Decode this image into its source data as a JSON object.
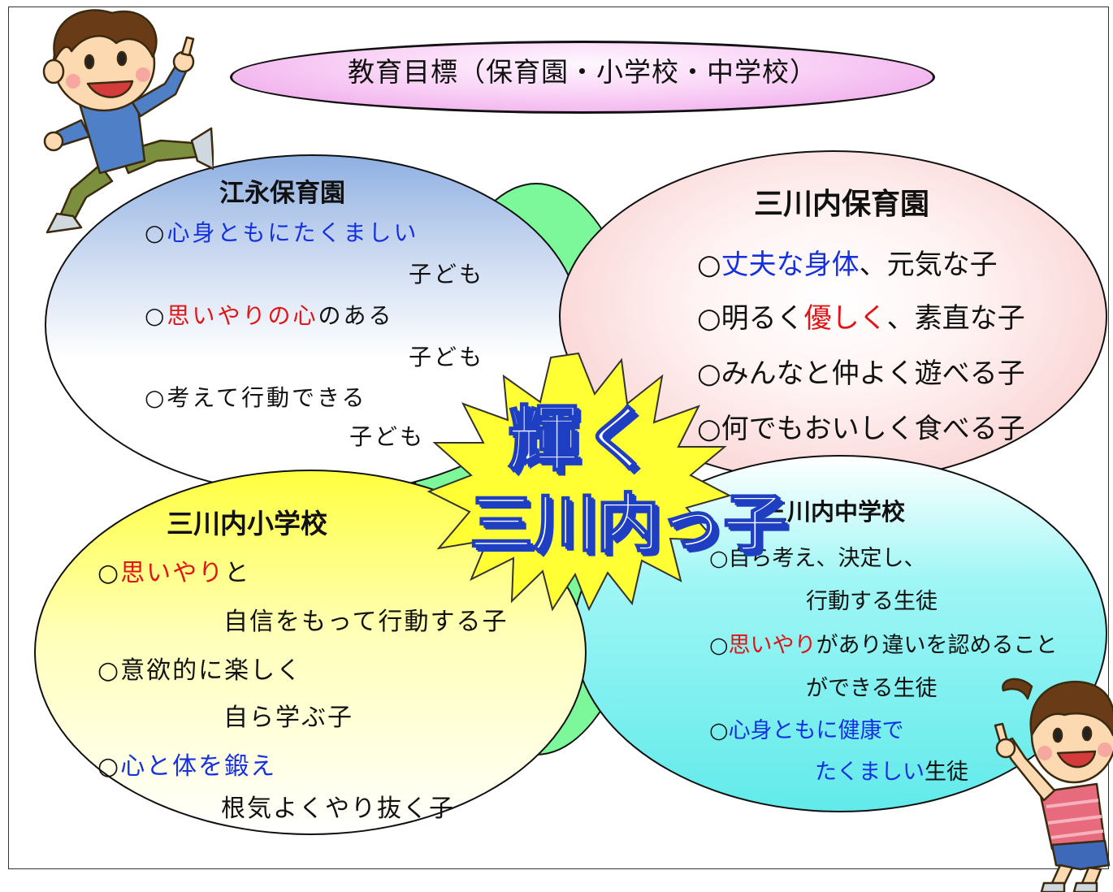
{
  "title": "教育目標（保育園・小学校・中学校）",
  "center": {
    "line1": "輝く",
    "line2": "三川内っ子"
  },
  "colors": {
    "blue_text": "#1530e0",
    "red_text": "#e01414",
    "star_fill": "#ffff33",
    "center_text": "#ffffff",
    "center_shadow": "#1e3fc2"
  },
  "ee_hoikuen": {
    "name": "江永保育園",
    "l1_prefix": "○",
    "l1_blue": "心身ともにたくましい",
    "l2": "子ども",
    "l3_prefix": "○",
    "l3_red": "思いやりの心",
    "l3_rest": "のある",
    "l4": "子ども",
    "l5": "○考えて行動できる",
    "l6": "子ども"
  },
  "mikawachi_hoikuen": {
    "name": "三川内保育園",
    "l1_prefix": "○",
    "l1_blue": "丈夫な身体",
    "l1_rest": "、元気な子",
    "l2_prefix": "○明るく",
    "l2_red": "優しく",
    "l2_rest": "、素直な子",
    "l3": "○みんなと仲よく遊べる子",
    "l4": "○何でもおいしく食べる子"
  },
  "shogakko": {
    "name": "三川内小学校",
    "l1_prefix": "○",
    "l1_red": "思いやり",
    "l1_rest": "と",
    "l2": "自信をもって行動する子",
    "l3": "○意欲的に楽しく",
    "l4": "自ら学ぶ子",
    "l5_prefix": "○",
    "l5_blue": "心と体を鍛え",
    "l6": "根気よくやり抜く子"
  },
  "chugakko": {
    "name": "三川内中学校",
    "l1": "○自ら考え、決定し、",
    "l2": "行動する生徒",
    "l3_prefix": "○",
    "l3_red": "思いやり",
    "l3_rest": "があり違いを認めること",
    "l4": "ができる生徒",
    "l5_prefix": "○",
    "l5_blue": "心身ともに健康で",
    "l6_blue": "たくましい",
    "l6_rest": "生徒"
  }
}
